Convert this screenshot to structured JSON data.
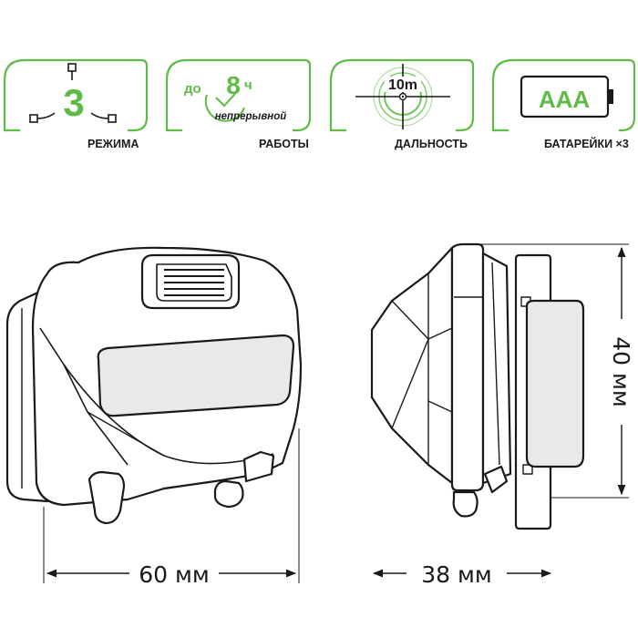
{
  "colors": {
    "accent_green": "#5dbb46",
    "outline": "#1a1a1a",
    "fill_light": "#ffffff",
    "fill_gray": "#e9e9e9"
  },
  "features": [
    {
      "icon": "modes-icon",
      "value": "3",
      "label": "РЕЖИМА"
    },
    {
      "icon": "timer-icon",
      "prefix": "до",
      "value": "8",
      "unit": "ч",
      "sub": "непрерывной",
      "label": "РАБОТЫ"
    },
    {
      "icon": "crosshair-icon",
      "value": "10m",
      "label": "ДАЛЬНОСТЬ"
    },
    {
      "icon": "battery-icon",
      "value": "AAA",
      "label": "БАТАРЕЙКИ ×3"
    }
  ],
  "dimensions": {
    "width": "60 мм",
    "depth": "38 мм",
    "height": "40 мм"
  }
}
